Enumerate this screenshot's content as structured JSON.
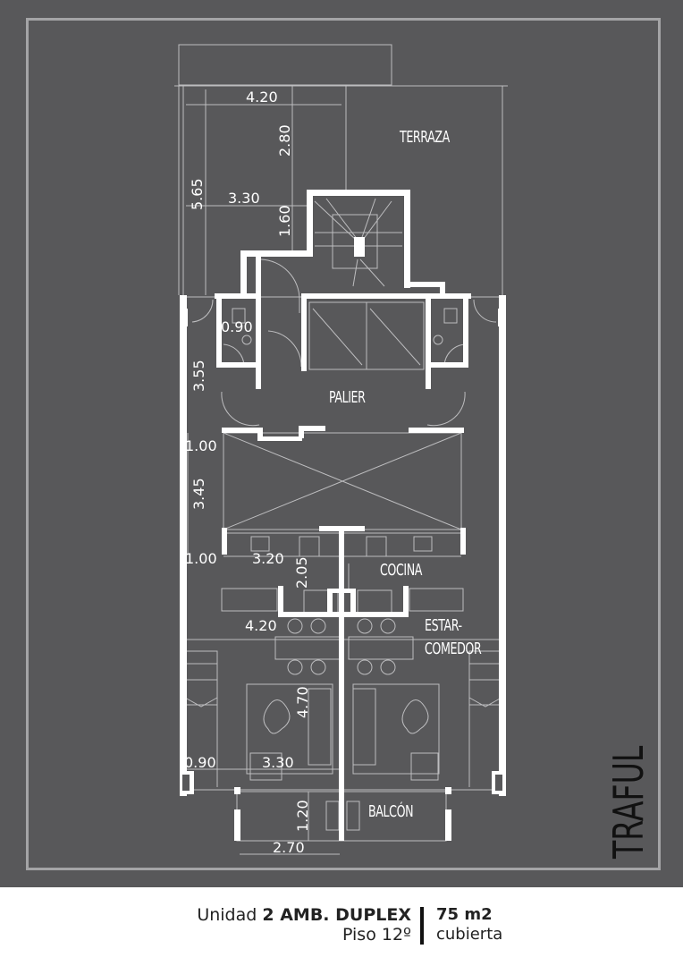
{
  "plan": {
    "title": "TRAFUL",
    "rooms": {
      "terraza": "TERRAZA",
      "palier": "PALIER",
      "cocina": "COCINA",
      "estar_1": "ESTAR-",
      "estar_2": "COMEDOR",
      "balcon": "BALCÓN"
    },
    "dimensions": {
      "terrace_width": "4.20",
      "terrace_depth": "2.80",
      "terrace_total": "5.65",
      "stair_width": "3.30",
      "stair_depth": "1.60",
      "bath_width": "0.90",
      "palier_depth": "3.55",
      "gap_top": "1.00",
      "void_depth": "3.45",
      "gap_bottom": "1.00",
      "kitchen_width": "3.20",
      "kitchen_depth": "2.05",
      "living_width": "4.20",
      "living_depth": "4.70",
      "side_width": "0.90",
      "lounge_width": "3.30",
      "balcony_depth": "1.20",
      "balcony_width": "2.70"
    },
    "colors": {
      "background": "#58585a",
      "frame": "#a4a4a6",
      "walls": "#ffffff"
    }
  },
  "footer": {
    "unit_label": "Unidad",
    "unit_type": "2 AMB. DUPLEX",
    "floor": "Piso 12º",
    "area_value": "75 m2",
    "area_type": "cubierta"
  }
}
